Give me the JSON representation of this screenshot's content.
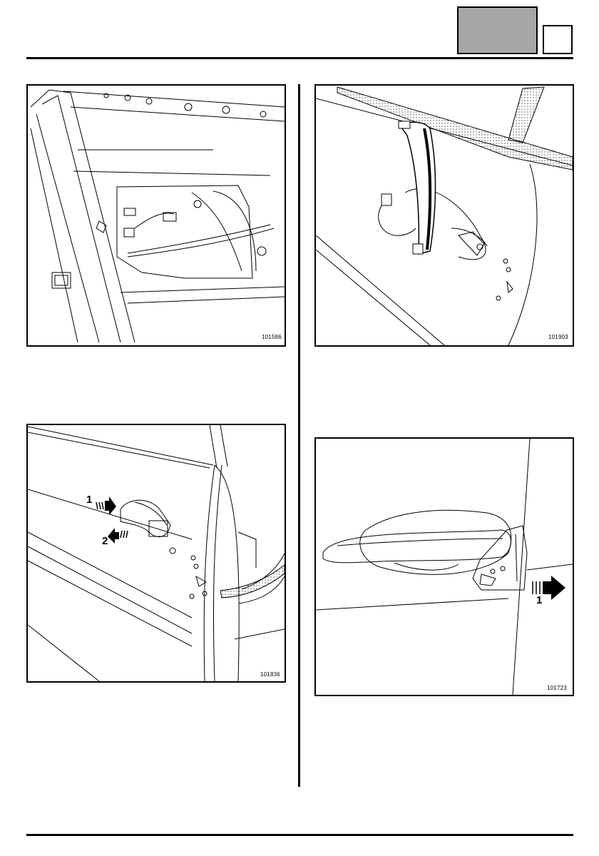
{
  "header": {
    "tab_label": "",
    "tab_box_label": ""
  },
  "figures": [
    {
      "ref": "101586"
    },
    {
      "ref": "101903"
    },
    {
      "ref": "101836",
      "callouts": [
        "1",
        "2"
      ]
    },
    {
      "ref": "101723",
      "callouts": [
        "1"
      ]
    }
  ]
}
